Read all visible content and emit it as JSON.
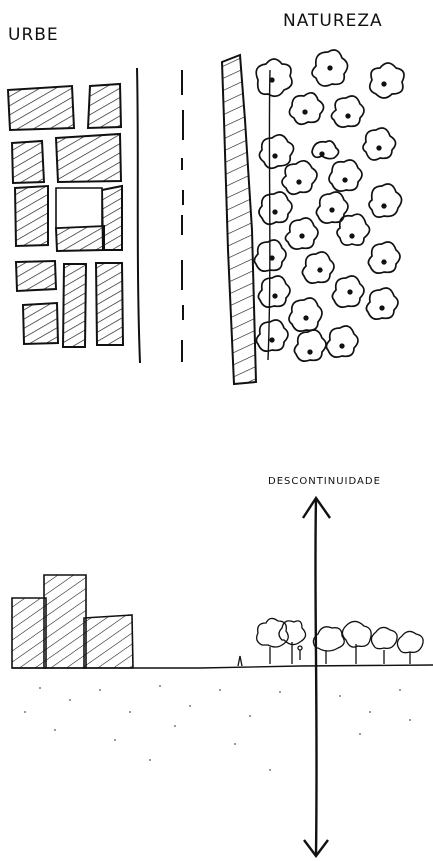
{
  "plan": {
    "left_label": "URBE",
    "right_label": "NATUREZA"
  },
  "section": {
    "label": "DESCONTINUIDADE"
  },
  "ink_color": "#111111",
  "paper_color": "#ffffff"
}
